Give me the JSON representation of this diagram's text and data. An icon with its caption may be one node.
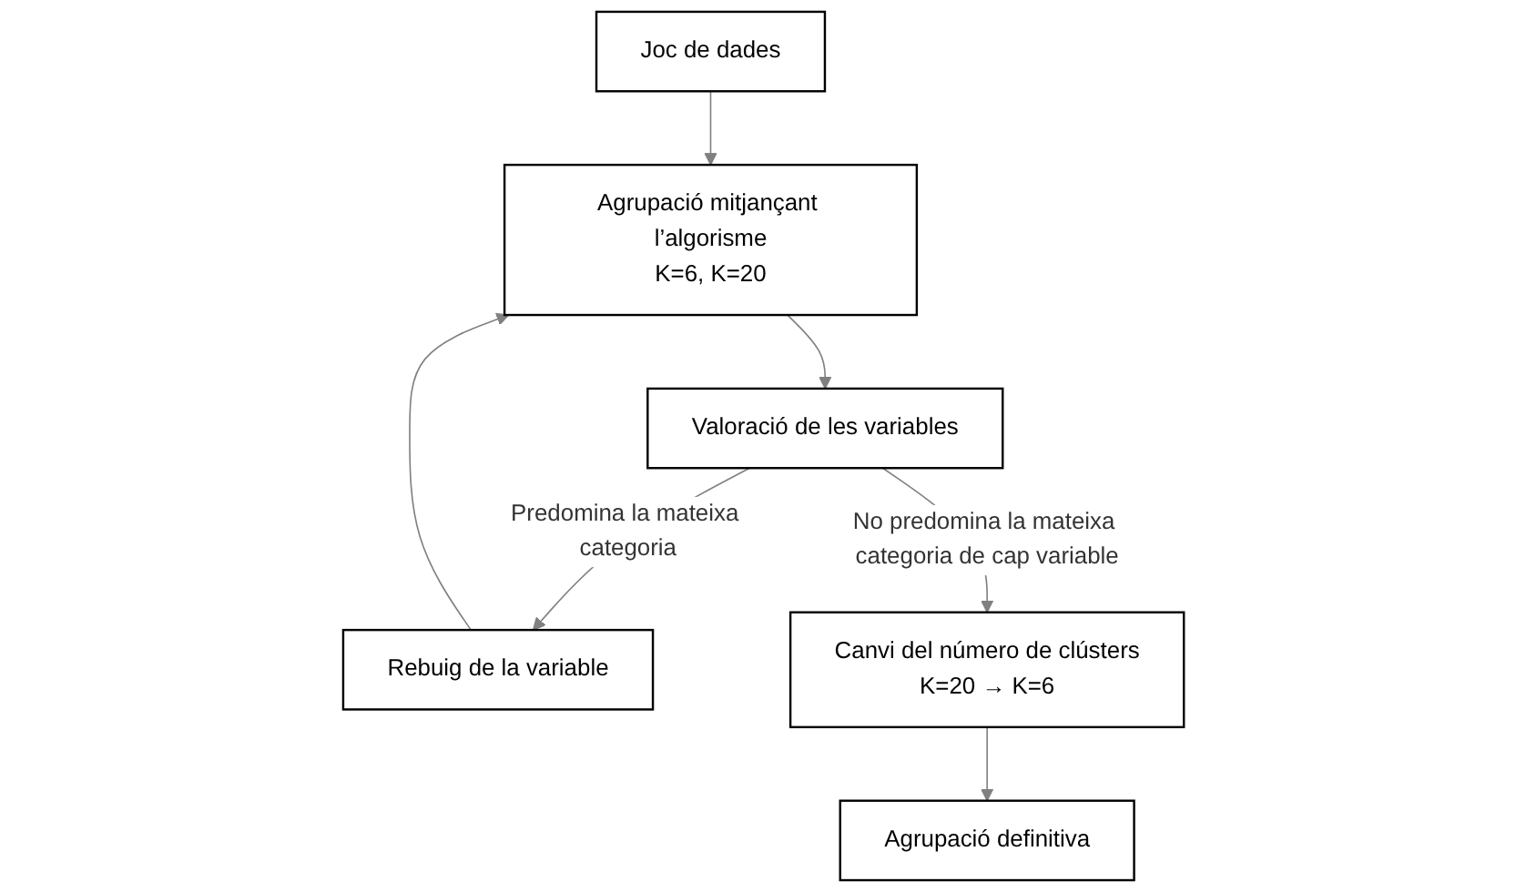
{
  "diagram": {
    "nodes": [
      {
        "text": [
          "Joc de dades"
        ]
      },
      {
        "text": [
          "Agrupació mitjançant l’algorisme",
          "K=6, K=20"
        ]
      },
      {
        "text": [
          "Valoració de les variables"
        ]
      },
      {
        "text": [
          "Rebuig de la variable"
        ]
      },
      {
        "text": [
          "Canvi del número de clústers",
          "K=20 → K=6"
        ]
      },
      {
        "text": [
          "Agrupació definitiva"
        ]
      }
    ],
    "edges": [
      {
        "from": 0,
        "to": 1,
        "arrow": "to"
      },
      {
        "from": 1,
        "to": 2,
        "arrow": "to"
      },
      {
        "from": 2,
        "to": 3,
        "arrow": "to",
        "label": "Predomina la mateixa categoria"
      },
      {
        "from": 3,
        "to": 1,
        "arrow": "to"
      },
      {
        "from": 2,
        "to": 4,
        "arrow": "to",
        "label": "No predomina la mateixa categoria de cap variable"
      },
      {
        "from": 4,
        "to": 5,
        "arrow": "to"
      }
    ]
  }
}
